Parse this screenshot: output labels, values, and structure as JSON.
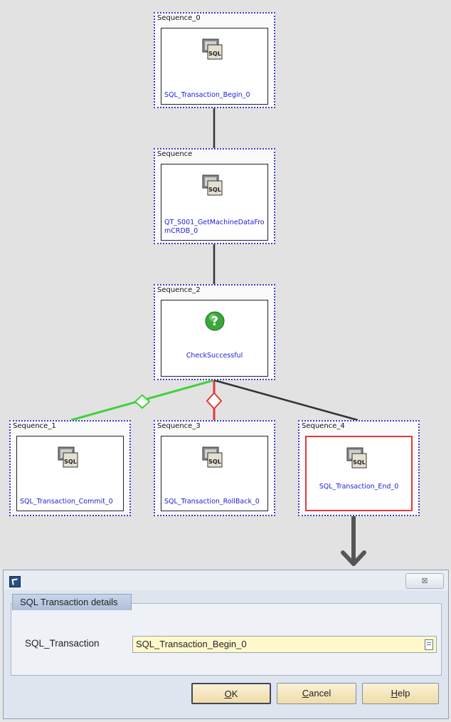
{
  "sequences": [
    {
      "id": "seq0",
      "label": "Sequence_0",
      "node": "SQL_Transaction_Begin_0",
      "kind": "sql"
    },
    {
      "id": "seq",
      "label": "Sequence",
      "node": "QT_S001_GetMachineDataFromCRDB_0",
      "kind": "sql"
    },
    {
      "id": "seq2",
      "label": "Sequence_2",
      "node": "CheckSuccessful",
      "kind": "condition"
    },
    {
      "id": "seq1",
      "label": "Sequence_1",
      "node": "SQL_Transaction_Commit_0",
      "kind": "sql"
    },
    {
      "id": "seq3",
      "label": "Sequence_3",
      "node": "SQL_Transaction_RollBack_0",
      "kind": "sql"
    },
    {
      "id": "seq4",
      "label": "Sequence_4",
      "node": "SQL_Transaction_End_0",
      "kind": "sql",
      "selected": true
    }
  ],
  "icons": {
    "sql": "sql-database-icon",
    "condition": "question-mark-icon",
    "sql_text": "SQL"
  },
  "colors": {
    "link_true": "#3fd23a",
    "link_false": "#e23a3a",
    "link_default": "#333333",
    "selected": "#e23a3a",
    "dotted_border": "#3a3ad0"
  },
  "dialog": {
    "close_glyph": "⊠",
    "group_title": "SQL Transaction details",
    "field_label": "SQL_Transaction",
    "field_value": "SQL_Transaction_Begin_0",
    "buttons": {
      "ok": {
        "accel": "O",
        "rest": "K"
      },
      "cancel": {
        "accel": "C",
        "rest": "ancel"
      },
      "help": {
        "accel": "H",
        "rest": "elp"
      }
    }
  }
}
